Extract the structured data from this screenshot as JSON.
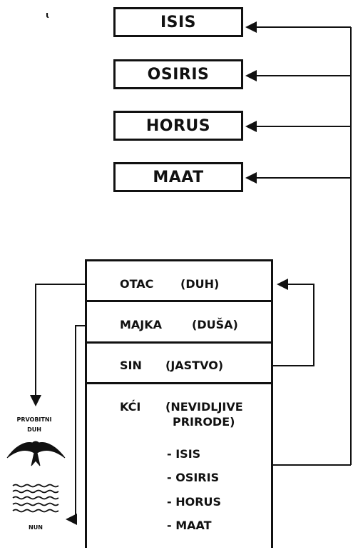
{
  "top_boxes": [
    "ISIS",
    "OSIRIS",
    "HORUS",
    "MAAT"
  ],
  "rows": [
    {
      "label": "OTAC",
      "paren": "(DUH)"
    },
    {
      "label": "MAJKA",
      "paren": "(DUŠA)"
    },
    {
      "label": "SIN",
      "paren": "(JASTVO)"
    },
    {
      "label": "KĆI",
      "paren": "(NEVIDLJIVE",
      "paren2": "PRIRODE)"
    }
  ],
  "sub_items": [
    "- ISIS",
    "- OSIRIS",
    "- HORUS",
    "- MAAT"
  ],
  "left_labels": {
    "prvobitni": "PRVOBITNI",
    "duh": "DUH",
    "nun": "NUN"
  },
  "mark": "ɩ"
}
